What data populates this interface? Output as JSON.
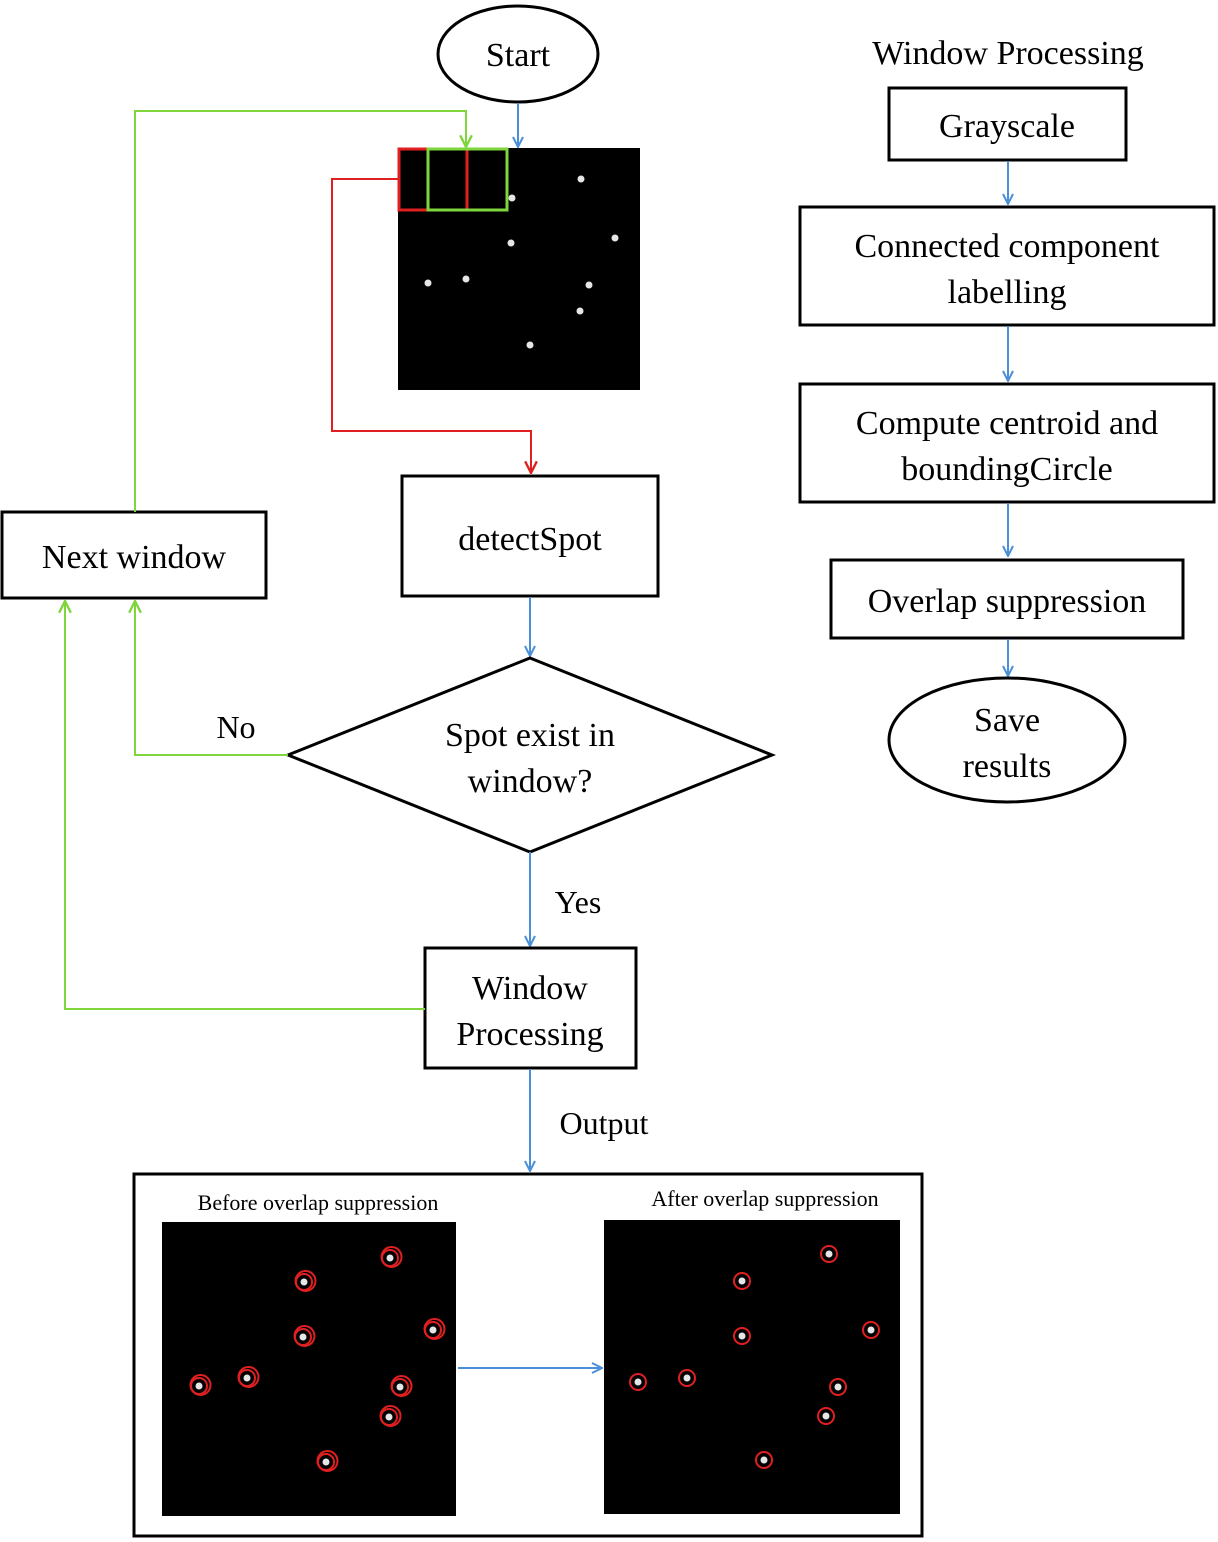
{
  "nodes": {
    "start": "Start",
    "detect_spot": "detectSpot",
    "decision_line1": "Spot exist in",
    "decision_line2": "window?",
    "next_window": "Next window",
    "window_processing_line1": "Window",
    "window_processing_line2": "Processing"
  },
  "edges": {
    "no_label": "No",
    "yes_label": "Yes",
    "output_label": "Output"
  },
  "subprocess": {
    "title": "Window Processing",
    "steps": [
      [
        "Grayscale"
      ],
      [
        "Connected component",
        "labelling"
      ],
      [
        "Compute centroid and",
        "boundingCircle"
      ],
      [
        "Overlap suppression"
      ]
    ],
    "end_line1": "Save",
    "end_line2": "results"
  },
  "output_panel": {
    "before_label": "Before overlap suppression",
    "after_label": "After overlap suppression"
  },
  "colors": {
    "blue_arrow": "#4a90d9",
    "green_arrow": "#7ed63c",
    "red_arrow": "#e02020",
    "spot_circle": "#e02020",
    "image_bg": "#000000"
  }
}
